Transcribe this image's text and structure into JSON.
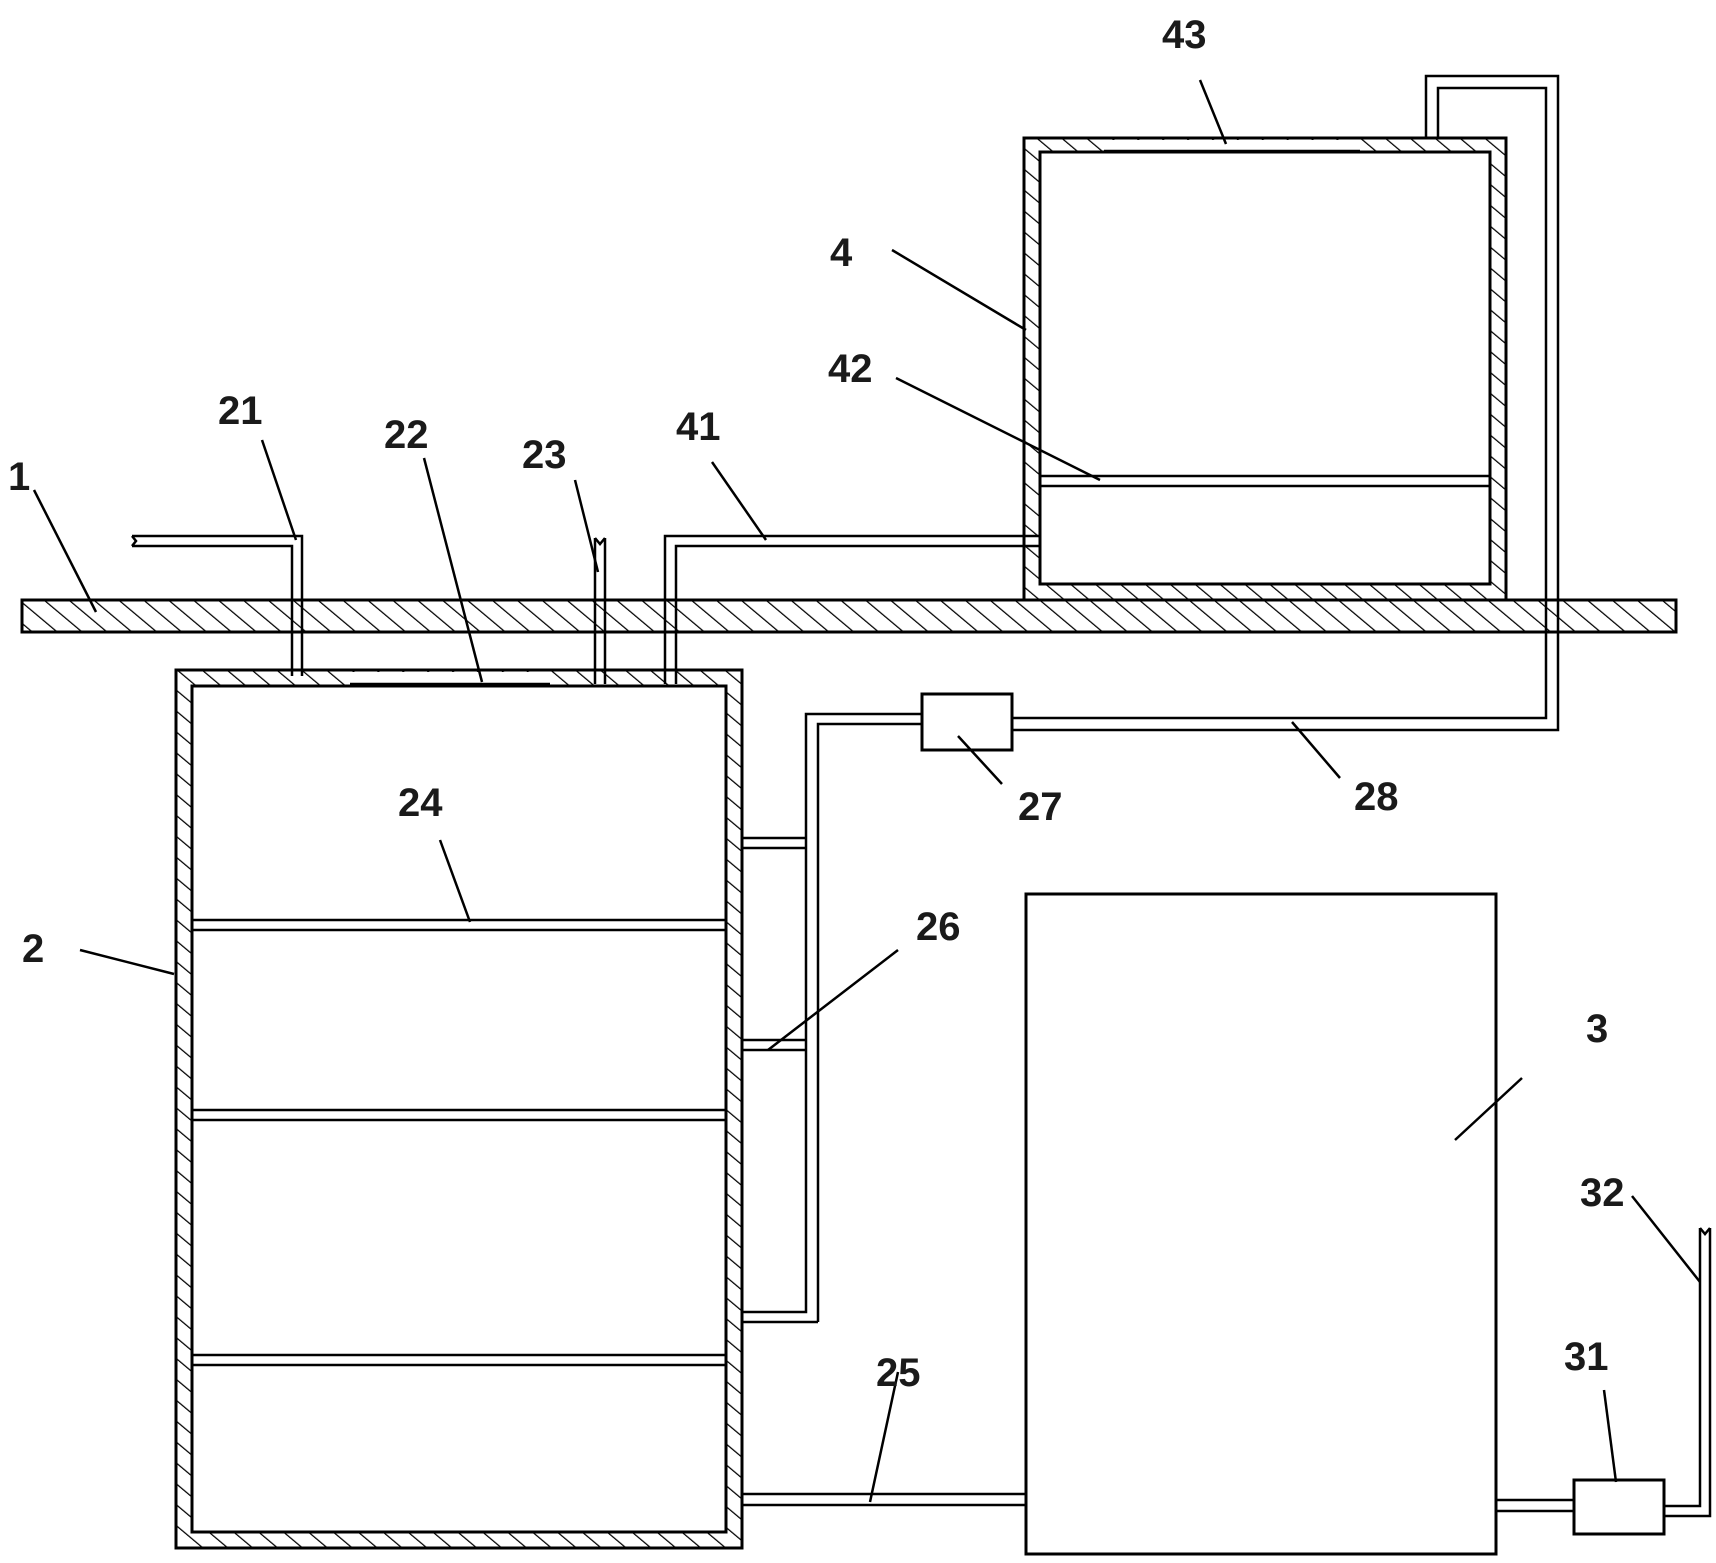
{
  "labels": {
    "ground_slab": "1",
    "tank_2": "2",
    "box_3": "3",
    "tank_4": "4",
    "inlet_pipe_21": "21",
    "top_cover_22": "22",
    "vent_pipe_23": "23",
    "partition_24": "24",
    "pipe_25": "25",
    "pipe_26": "26",
    "device_27": "27",
    "pipe_28": "28",
    "device_31": "31",
    "pipe_32": "32",
    "pipe_41": "41",
    "partition_42": "42",
    "cover_43": "43"
  }
}
